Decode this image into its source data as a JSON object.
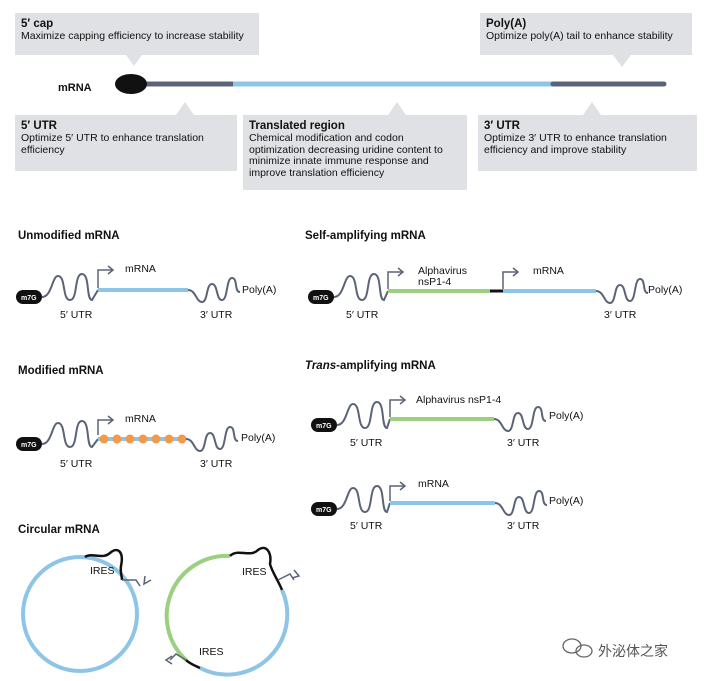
{
  "overview": {
    "mrna_label": "mRNA",
    "cap": {
      "title": "5′ cap",
      "text": "Maximize capping efficiency to increase stability"
    },
    "polya": {
      "title": "Poly(A)",
      "text": "Optimize poly(A) tail to enhance stability"
    },
    "utr5": {
      "title": "5′ UTR",
      "text": "Optimize 5′ UTR to enhance translation efficiency"
    },
    "translated": {
      "title": "Translated region",
      "text": "Chemical modification and codon optimization decreasing uridine content to minimize innate immune response and improve translation efficiency"
    },
    "utr3": {
      "title": "3′ UTR",
      "text": "Optimize 3′ UTR to enhance translation efficiency and improve stability"
    }
  },
  "common": {
    "m7g": "m7G",
    "utr5": "5′ UTR",
    "utr3": "3′ UTR",
    "polya": "Poly(A)",
    "mrna": "mRNA",
    "ires": "IRES"
  },
  "unmodified": {
    "title": "Unmodified mRNA"
  },
  "modified": {
    "title": "Modified mRNA"
  },
  "self_amp": {
    "title": "Self-amplifying mRNA",
    "replicase": "Alphavirus\nnsP1-4"
  },
  "trans_amp": {
    "title_italic": "Trans",
    "title_rest": "-amplifying mRNA",
    "replicase": "Alphavirus nsP1-4"
  },
  "circular": {
    "title": "Circular mRNA"
  },
  "watermark": {
    "text": "外泌体之家"
  },
  "colors": {
    "utr_gray": "#5b6477",
    "coding_blue": "#8ec5e6",
    "replicase_green": "#9ccf7f",
    "modification_orange": "#f29a4a",
    "callout_bg": "#dfe1e4"
  }
}
